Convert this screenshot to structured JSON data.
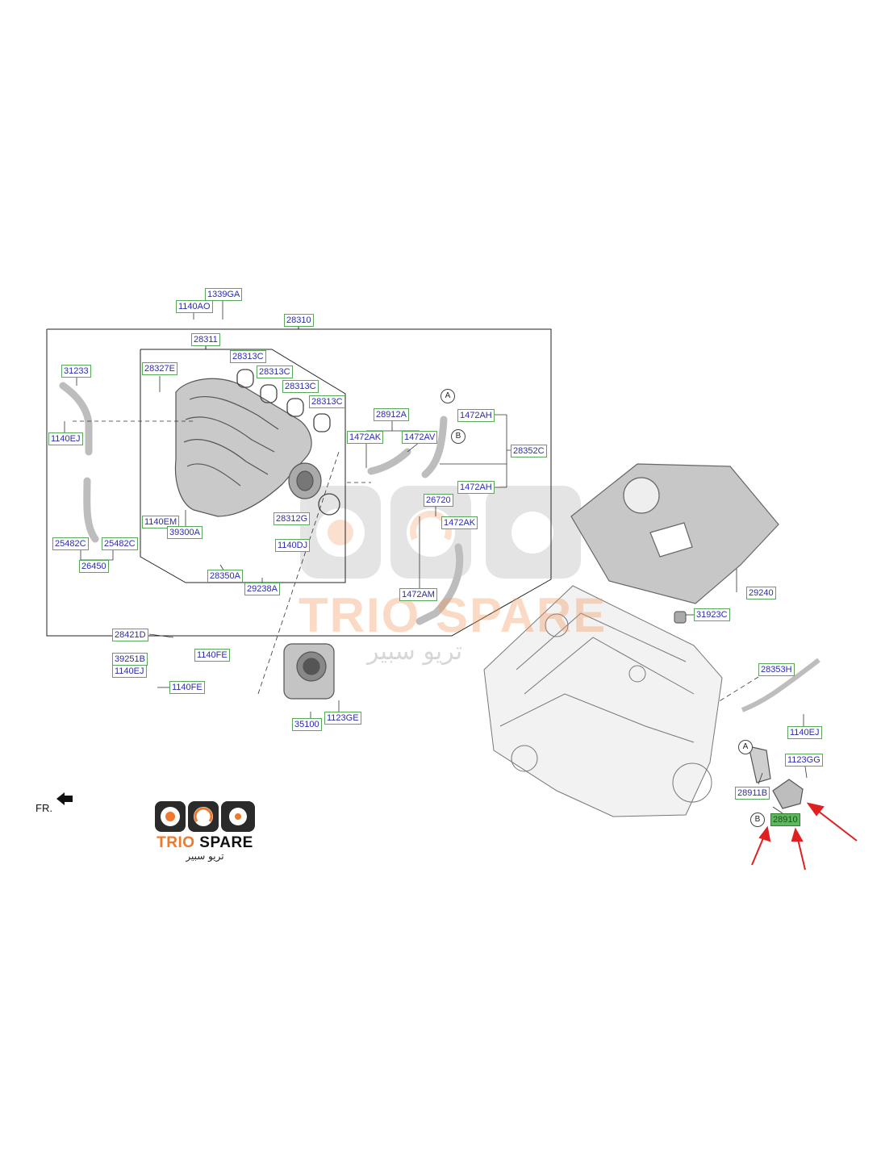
{
  "diagram": {
    "labels": [
      "1339GA",
      "1140AO",
      "28310",
      "28311",
      "28313C",
      "28313C",
      "28313C",
      "28313C",
      "28327E",
      "31233",
      "1140EJ",
      "28912A",
      "1472AH",
      "1472AK",
      "1472AV",
      "28352C",
      "1472AH",
      "26720",
      "1472AK",
      "28312G",
      "1140EM",
      "39300A",
      "1140DJ",
      "25482C",
      "25482C",
      "26450",
      "28350A",
      "29238A",
      "1472AM",
      "29240",
      "31923C",
      "28421D",
      "39251B",
      "1140FE",
      "1140EJ",
      "1140FE",
      "35100",
      "1123GE",
      "28353H",
      "1140EJ",
      "1123GG",
      "28911B",
      "28910"
    ],
    "selected_part": "28910",
    "callouts": [
      "A",
      "B",
      "A",
      "B"
    ],
    "orientation_label": "FR."
  },
  "watermark": {
    "text": "TRIO SPARE",
    "arabic": "تريو سبير"
  },
  "logo": {
    "brand_part1": "TRIO",
    "brand_part2": "SPARE",
    "arabic": "تريو سبير"
  },
  "colors": {
    "label_border": "#5aa65a",
    "label_text": "#2b2bb0",
    "selected_fill": "#5db85d",
    "arrow": "#e02020",
    "brand_orange": "#f0782a"
  }
}
